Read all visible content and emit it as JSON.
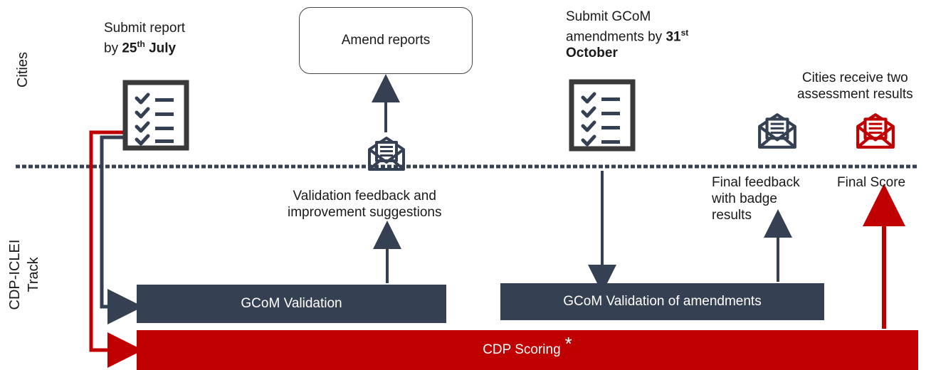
{
  "lanes": {
    "top": "Cities",
    "bottom": "CDP-ICLEI Track"
  },
  "cities": {
    "submit_report": {
      "line1": "Submit report",
      "line2_prefix": "by ",
      "line2_bold": "25",
      "line2_sup": "th",
      "line2_suffix": " July"
    },
    "amend_reports": "Amend reports",
    "submit_gcom": {
      "line1": "Submit GCoM",
      "line2_prefix": "amendments by ",
      "line2_bold": "31",
      "line2_sup": "st",
      "line3_bold": "October"
    },
    "receive_results": {
      "line1": "Cities receive two",
      "line2": "assessment results"
    }
  },
  "track": {
    "validation_feedback": {
      "line1": "Validation feedback and",
      "line2": "improvement suggestions"
    },
    "final_feedback": {
      "line1": "Final feedback",
      "line2": "with badge",
      "line3": "results"
    },
    "final_score": "Final Score",
    "gcom_validation": "GCoM Validation",
    "gcom_validation_amendments": "GCoM Validation of amendments",
    "cdp_scoring": "CDP Scoring",
    "cdp_scoring_mark": "*"
  },
  "colors": {
    "dark": "#354152",
    "red": "#c00000"
  },
  "icons": {
    "checklist_1": "checklist-icon",
    "checklist_2": "checklist-icon",
    "envelope_mid": "envelope-letter-icon",
    "envelope_dark": "envelope-letter-icon",
    "envelope_red": "envelope-letter-icon"
  }
}
